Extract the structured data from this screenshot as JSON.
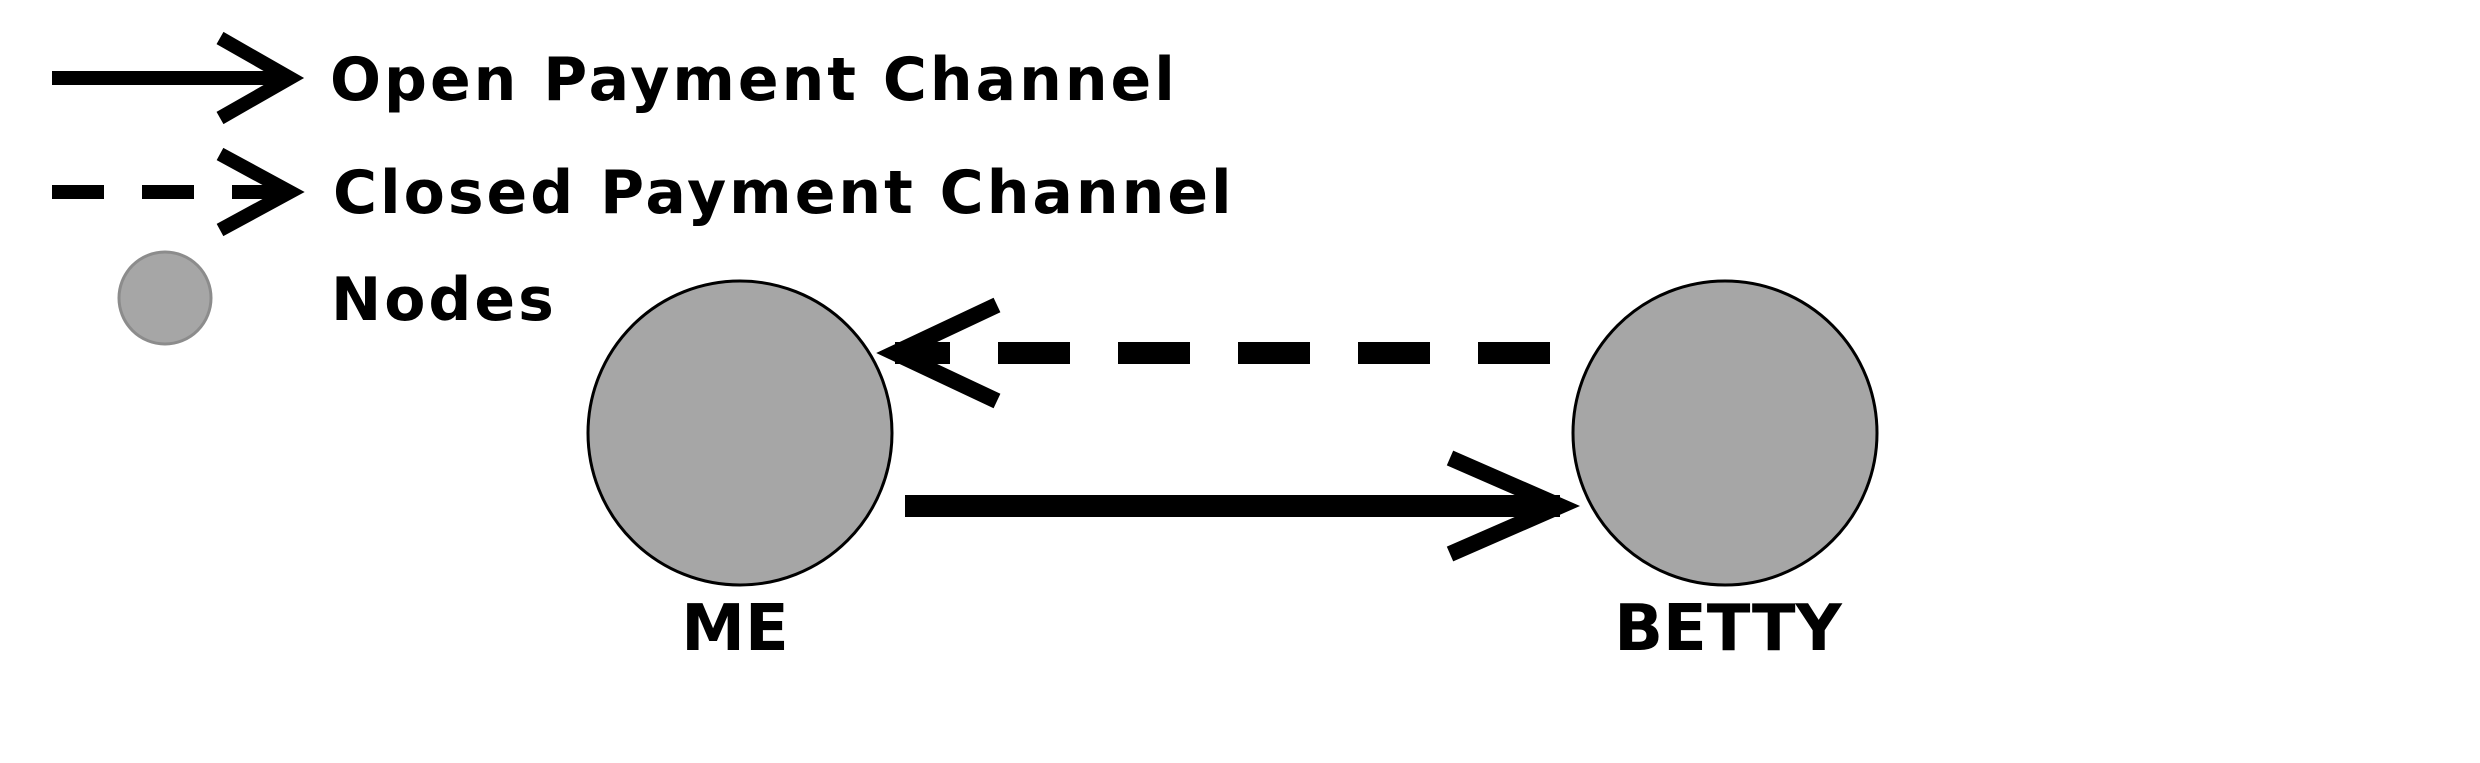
{
  "legend": {
    "open_channel_label": "Open Payment Channel",
    "closed_channel_label": "Closed Payment Channel",
    "nodes_label": "Nodes",
    "open_channel_icon": "solid-arrow-icon",
    "closed_channel_icon": "dashed-arrow-icon",
    "node_icon": "gray-circle-icon"
  },
  "nodes": [
    {
      "id": "me",
      "label": "ME"
    },
    {
      "id": "betty",
      "label": "BETTY"
    }
  ],
  "edges": [
    {
      "from": "ME",
      "to": "BETTY",
      "type": "open"
    },
    {
      "from": "BETTY",
      "to": "ME",
      "type": "closed"
    }
  ],
  "colors": {
    "node_fill": "#a6a6a6",
    "node_stroke": "#000000",
    "legend_node_stroke": "#8c8c8c",
    "line": "#000000",
    "background": "#ffffff"
  }
}
